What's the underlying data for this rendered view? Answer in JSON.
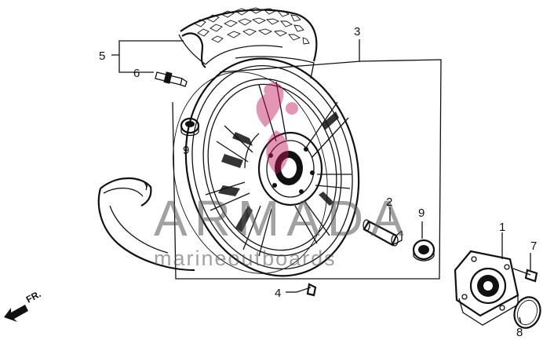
{
  "diagram": {
    "callouts": {
      "tire_group": "5",
      "valve": "6",
      "wheel": "3",
      "bearing_left": "9",
      "axle_collar": "2",
      "bearing_right": "9",
      "bolt": "4",
      "hub_flange": "1",
      "flange_bolt": "7",
      "o_ring": "8"
    },
    "direction_label": "FR."
  },
  "watermark": {
    "title": "ARMADA",
    "subtitle": "marineoutboards"
  },
  "colors": {
    "line": "#111111",
    "watermark_gray": "#555555",
    "watermark_pink": "#c2185b"
  }
}
